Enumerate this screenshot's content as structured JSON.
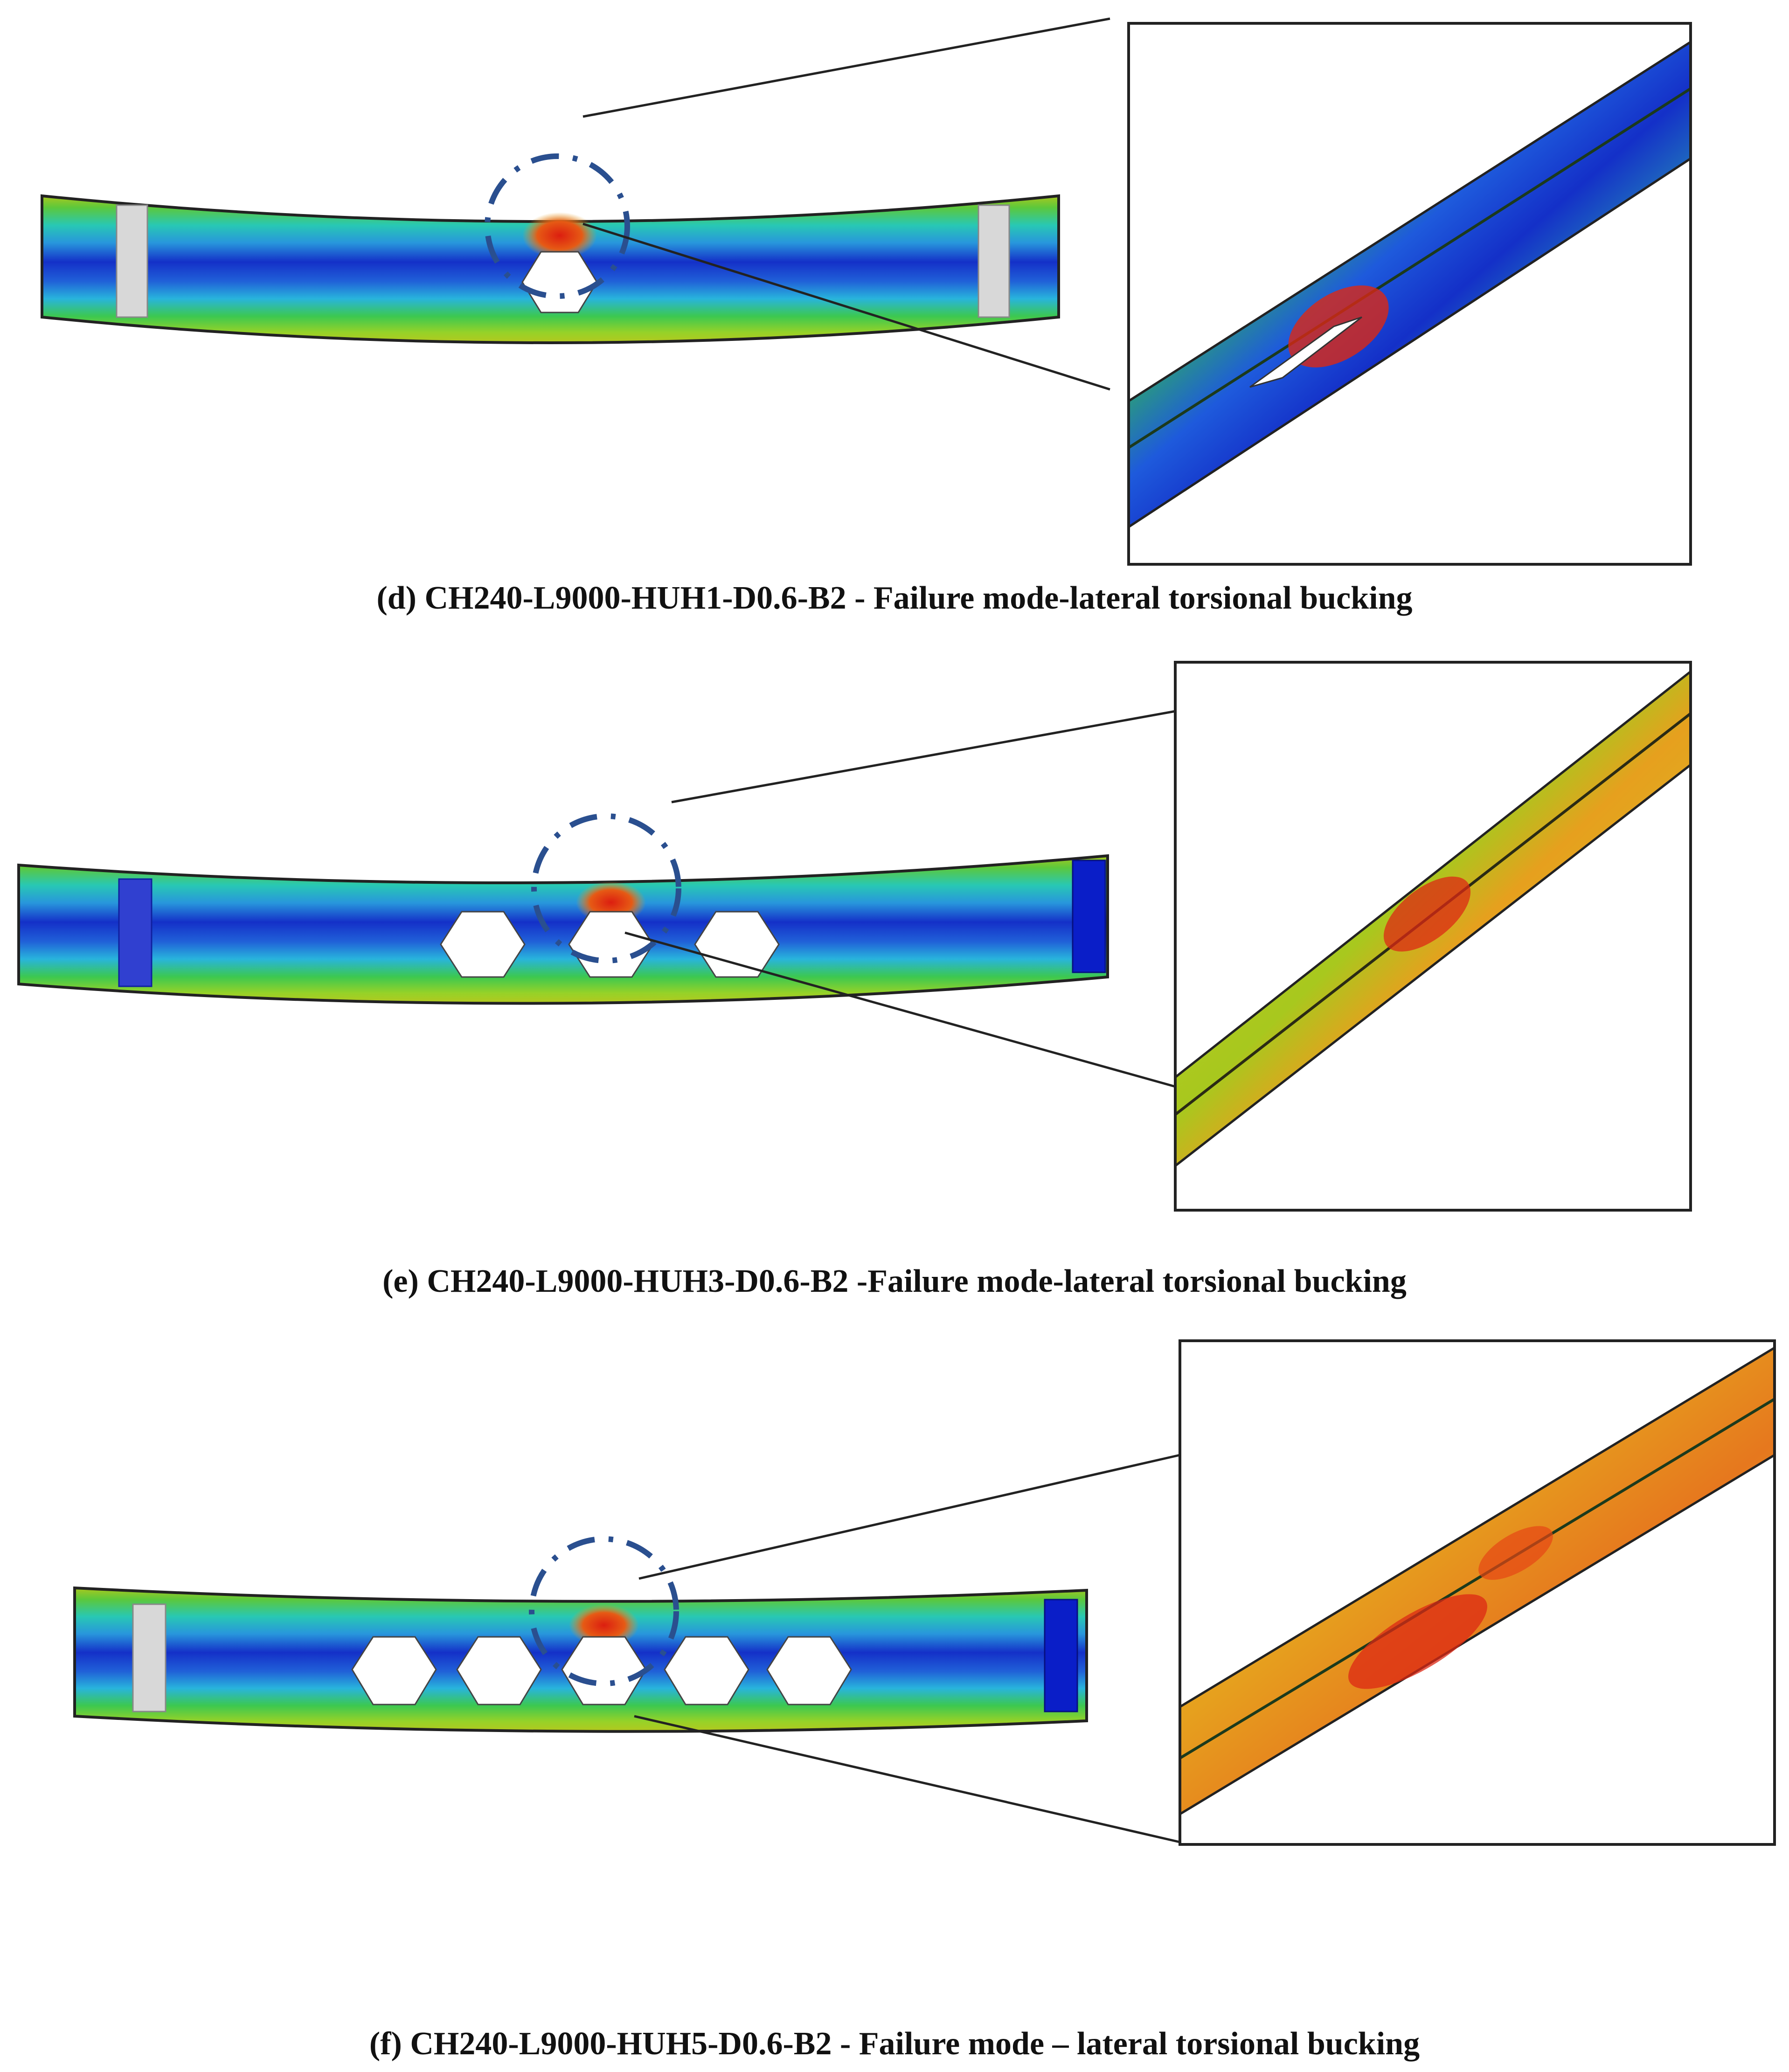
{
  "panels": [
    {
      "id": "d",
      "caption": "(d)  CH240-L9000-HUH1-D0.6-B2 - Failure mode-lateral torsional bucking",
      "openings": 1
    },
    {
      "id": "e",
      "caption": "(e)  CH240-L9000-HUH3-D0.6-B2 -Failure mode-lateral torsional bucking",
      "openings": 3
    },
    {
      "id": "f",
      "caption": "(f) CH240-L9000-HUH5-D0.6-B2 - Failure mode – lateral torsional bucking",
      "openings": 5
    }
  ],
  "colors": {
    "deep_blue": "#0a1ec8",
    "blue": "#1e5adc",
    "cyan": "#28b4dc",
    "green": "#32c83c",
    "yellow_green": "#a0d21e",
    "yellow": "#dcd228",
    "orange": "#e68c1e",
    "red": "#dc2814",
    "plate_gray": "#d8d8d8",
    "circle_dash": "#2a4f8f",
    "line": "#222222"
  }
}
